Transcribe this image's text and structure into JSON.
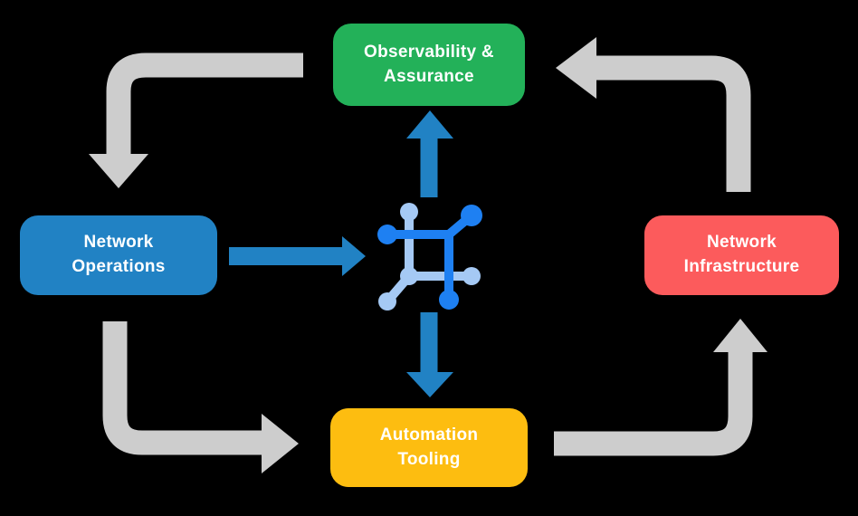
{
  "colors": {
    "background": "#000000",
    "flow_arrow_gray": "#cdcdcd",
    "hub_arrow_blue": "#2182c4",
    "node_green": "#23b159",
    "node_blue": "#2182c4",
    "node_red": "#fc5b5c",
    "node_yellow": "#fdbd10",
    "node_text": "#ffffff",
    "icon_dark_blue": "#1e80f2",
    "icon_light_blue": "#a5c9f4"
  },
  "nodes": {
    "observability": {
      "label": "Observability &\nAssurance",
      "color": "#23b159"
    },
    "operations": {
      "label": "Network\nOperations",
      "color": "#2182c4"
    },
    "infrastructure": {
      "label": "Network\nInfrastructure",
      "color": "#fc5b5c"
    },
    "automation": {
      "label": "Automation\nTooling",
      "color": "#fdbd10"
    }
  },
  "flow_arrows": [
    {
      "name": "observability-to-operations",
      "from": "observability",
      "to": "operations",
      "direction": "down",
      "color": "#cdcdcd"
    },
    {
      "name": "operations-to-automation",
      "from": "operations",
      "to": "automation",
      "direction": "right",
      "color": "#cdcdcd"
    },
    {
      "name": "automation-to-infrastructure",
      "from": "automation",
      "to": "infrastructure",
      "direction": "up",
      "color": "#cdcdcd"
    },
    {
      "name": "infrastructure-to-observability",
      "from": "infrastructure",
      "to": "observability",
      "direction": "left",
      "color": "#cdcdcd"
    }
  ],
  "hub_arrows": [
    {
      "name": "operations-to-hub",
      "from": "operations",
      "to": "hub",
      "direction": "right",
      "color": "#2182c4"
    },
    {
      "name": "hub-to-observability",
      "from": "hub",
      "to": "observability",
      "direction": "up",
      "color": "#2182c4"
    },
    {
      "name": "hub-to-automation",
      "from": "hub",
      "to": "automation",
      "direction": "down",
      "color": "#2182c4"
    }
  ],
  "hub_icon": {
    "name": "network-mesh-icon",
    "dark_color": "#1e80f2",
    "light_color": "#a5c9f4"
  }
}
